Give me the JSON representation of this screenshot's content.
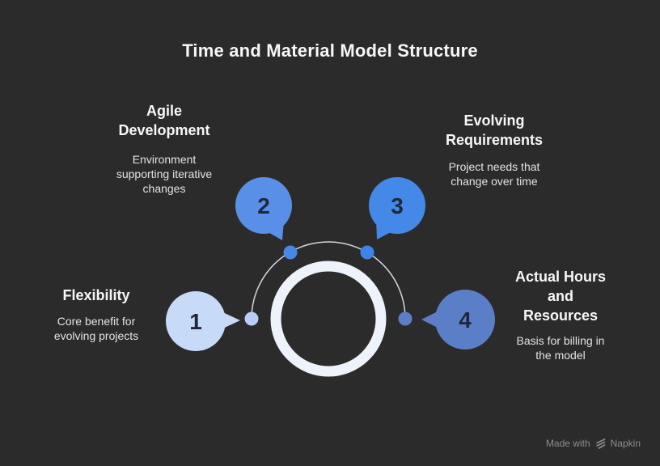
{
  "title": "Time and Material Model Structure",
  "colors": {
    "background": "#2b2b2b",
    "ring": "#eef2fb",
    "arc": "#d3d7de",
    "heading_text": "#f7f7f7",
    "body_text": "#e3e3e3",
    "number_text": "#20273a",
    "watermark_text": "#8d8d8d"
  },
  "nodes": [
    {
      "number": "1",
      "heading": "Flexibility",
      "description": "Core benefit for\nevolving projects",
      "bubble_color": "#c7daf8",
      "dot_color": "#b9cdf6"
    },
    {
      "number": "2",
      "heading": "Agile\nDevelopment",
      "description": "Environment\nsupporting iterative\nchanges",
      "bubble_color": "#5a8fe8",
      "dot_color": "#4887e4"
    },
    {
      "number": "3",
      "heading": "Evolving\nRequirements",
      "description": "Project needs that\nchange over time",
      "bubble_color": "#4489e8",
      "dot_color": "#3f83e8"
    },
    {
      "number": "4",
      "heading": "Actual Hours\nand\nResources",
      "description": "Basis for billing in\nthe model",
      "bubble_color": "#5b7fc7",
      "dot_color": "#5b7fc7"
    }
  ],
  "watermark": {
    "prefix": "Made with",
    "brand": "Napkin"
  }
}
